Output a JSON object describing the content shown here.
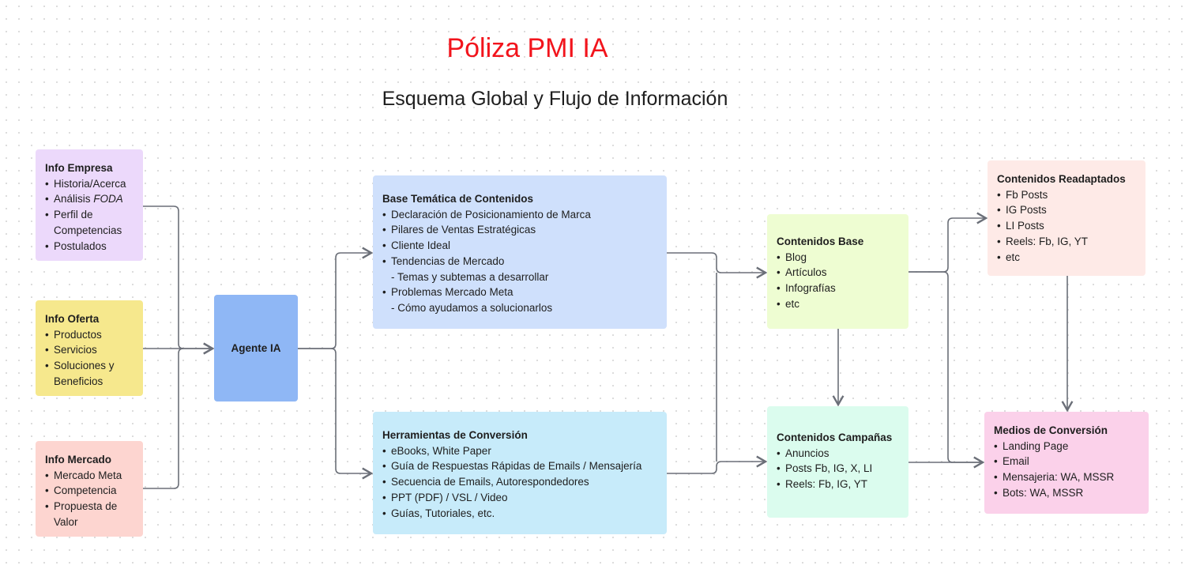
{
  "title": "Póliza PMI IA",
  "subtitle": "Esquema Global y Flujo de Información",
  "nodes": {
    "empresa": {
      "title": "Info Empresa",
      "items": [
        "Historia/Acerca",
        "Análisis ",
        "Perfil de",
        "Competencias",
        "Postulados"
      ],
      "italic": "FODA"
    },
    "oferta": {
      "title": "Info Oferta",
      "items": [
        "Productos",
        "Servicios",
        "Soluciones y",
        "Beneficios"
      ]
    },
    "mercado": {
      "title": "Info Mercado",
      "items": [
        "Mercado Meta",
        "Competencia",
        "Propuesta de",
        "Valor"
      ]
    },
    "agente": {
      "title": "Agente IA"
    },
    "base_tematica": {
      "title": "Base Temática de Contenidos",
      "items": [
        "Declaración de Posicionamiento de Marca",
        "Pilares de Ventas Estratégicas",
        "Cliente Ideal",
        "Tendencias de Mercado",
        "- Temas y subtemas a desarrollar",
        "Problemas Mercado Meta",
        "- Cómo ayudamos a solucionarlos"
      ]
    },
    "herramientas": {
      "title": "Herramientas de Conversión",
      "items": [
        "eBooks, White Paper",
        "Guía de Respuestas Rápidas de Emails / Mensajería",
        "Secuencia de Emails, Autorespondedores",
        "PPT (PDF) / VSL / Video",
        "Guías, Tutoriales, etc."
      ]
    },
    "contenidos_base": {
      "title": "Contenidos Base",
      "items": [
        "Blog",
        "Artículos",
        "Infografías",
        "etc"
      ]
    },
    "campanas": {
      "title": "Contenidos Campañas",
      "items": [
        "Anuncios",
        "Posts Fb, IG, X, LI",
        "Reels: Fb, IG, YT"
      ]
    },
    "readaptados": {
      "title": "Contenidos Readaptados",
      "items": [
        "Fb Posts",
        "IG Posts",
        "LI Posts",
        "Reels: Fb, IG, YT",
        "etc"
      ]
    },
    "medios": {
      "title": "Medios de Conversión",
      "items": [
        "Landing Page",
        "Email",
        "Mensajeria: WA, MSSR",
        "Bots: WA, MSSR"
      ]
    }
  },
  "colors": {
    "title": "#f2141c",
    "connector": "#6b6f78"
  }
}
